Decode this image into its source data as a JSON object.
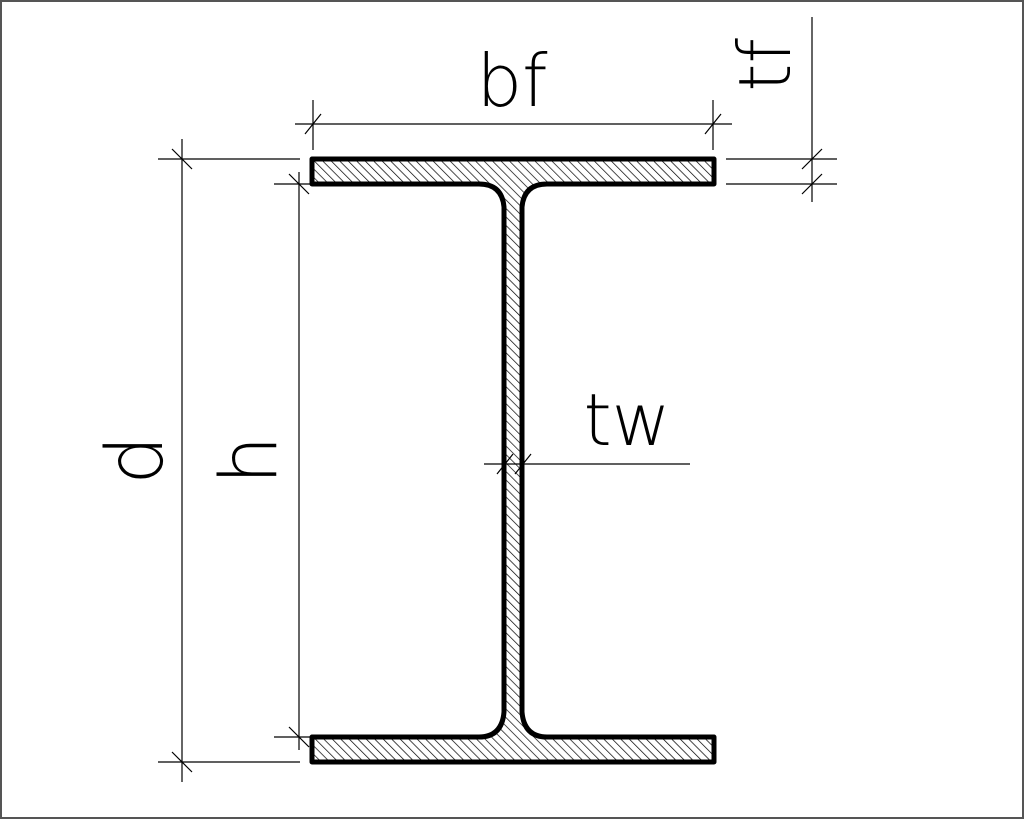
{
  "diagram": {
    "labels": {
      "flange_width": "bf",
      "flange_thickness": "tf",
      "web_thickness": "tw",
      "total_depth": "d",
      "web_height": "h"
    },
    "colors": {
      "line": "#000000",
      "hatch": "#000000",
      "background": "#ffffff",
      "frame": "#555555"
    }
  }
}
